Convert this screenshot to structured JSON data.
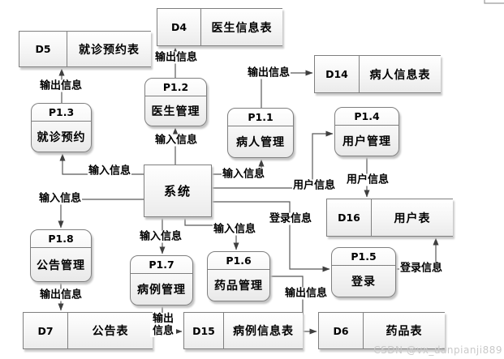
{
  "system": {
    "label": "系统"
  },
  "processes": [
    {
      "id": "P1.1",
      "name": "病人管理"
    },
    {
      "id": "P1.2",
      "name": "医生管理"
    },
    {
      "id": "P1.3",
      "name": "就诊预约"
    },
    {
      "id": "P1.4",
      "name": "用户管理"
    },
    {
      "id": "P1.5",
      "name": "登录"
    },
    {
      "id": "P1.6",
      "name": "药品管理"
    },
    {
      "id": "P1.7",
      "name": "病例管理"
    },
    {
      "id": "P1.8",
      "name": "公告管理"
    }
  ],
  "datastores": [
    {
      "id": "D4",
      "name": "医生信息表"
    },
    {
      "id": "D5",
      "name": "就诊预约表"
    },
    {
      "id": "D6",
      "name": "药品表"
    },
    {
      "id": "D7",
      "name": "公告表"
    },
    {
      "id": "D14",
      "name": "病人信息表"
    },
    {
      "id": "D15",
      "name": "病例信息表"
    },
    {
      "id": "D16",
      "name": "用户表"
    }
  ],
  "flows": [
    {
      "from": "P1.3",
      "to": "D5",
      "label": "输出信息"
    },
    {
      "from": "P1.2",
      "to": "D4",
      "label": "输出信息"
    },
    {
      "from": "系统",
      "to": "P1.2",
      "label": "输入信息"
    },
    {
      "from": "系统",
      "to": "P1.3",
      "label": "输入信息"
    },
    {
      "from": "系统",
      "to": "P1.8",
      "label": "输入信息"
    },
    {
      "from": "系统",
      "to": "P1.1",
      "label": "输入信息"
    },
    {
      "from": "P1.1",
      "to": "D14",
      "label": "输出信息"
    },
    {
      "from": "系统",
      "to": "P1.4",
      "label": "用户信息"
    },
    {
      "from": "P1.4",
      "to": "D16",
      "label": "用户信息"
    },
    {
      "from": "系统",
      "to": "P1.5",
      "label": "登录信息"
    },
    {
      "from": "P1.5",
      "to": "D16",
      "label": "登录信息"
    },
    {
      "from": "系统",
      "to": "P1.7",
      "label": "输入信息"
    },
    {
      "from": "系统",
      "to": "P1.6",
      "label": "输入信息"
    },
    {
      "from": "P1.8",
      "to": "D7",
      "label": "输出信息"
    },
    {
      "from": "P1.7",
      "to": "D15",
      "label": "输出信息"
    },
    {
      "from": "P1.6",
      "to": "D6",
      "label": "输出信息"
    }
  ],
  "watermark": "CSDN @vx_danpianji889",
  "colors": {
    "box_border": "#7f7f7f",
    "line": "#595959",
    "arrow": "#3f3f3f",
    "watermark": "#c9c9c9"
  }
}
